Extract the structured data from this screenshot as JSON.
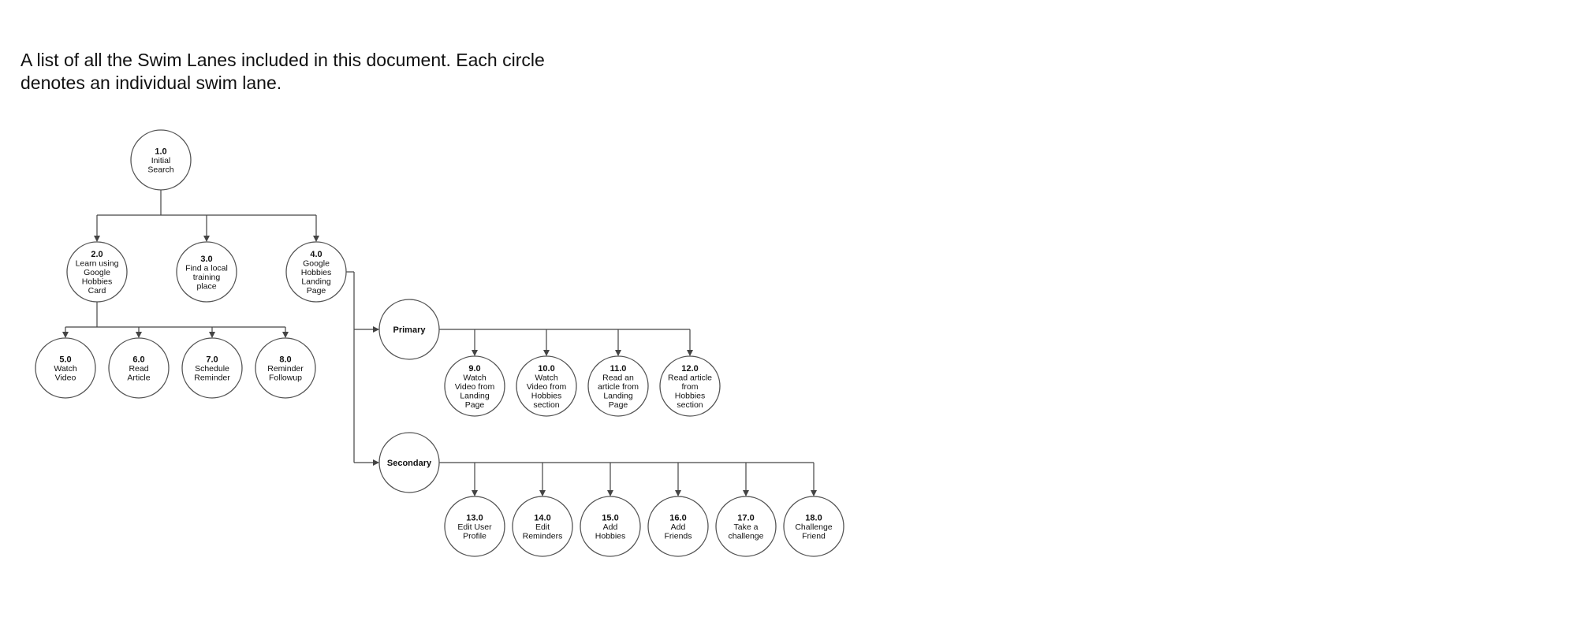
{
  "intro": {
    "line1": "A list of all the Swim Lanes included in this document. Each circle",
    "line2": "denotes an individual swim lane."
  },
  "nodes": [
    {
      "key": "n1",
      "id": "1.0",
      "lines": [
        "Initial",
        "Search"
      ]
    },
    {
      "key": "n2",
      "id": "2.0",
      "lines": [
        "Learn using",
        "Google",
        "Hobbies",
        "Card"
      ]
    },
    {
      "key": "n3",
      "id": "3.0",
      "lines": [
        "Find a local",
        "training",
        "place"
      ]
    },
    {
      "key": "n4",
      "id": "4.0",
      "lines": [
        "Google",
        "Hobbies",
        "Landing",
        "Page"
      ]
    },
    {
      "key": "n5",
      "id": "5.0",
      "lines": [
        "Watch",
        "Video"
      ]
    },
    {
      "key": "n6",
      "id": "6.0",
      "lines": [
        "Read",
        "Article"
      ]
    },
    {
      "key": "n7",
      "id": "7.0",
      "lines": [
        "Schedule",
        "Reminder"
      ]
    },
    {
      "key": "n8",
      "id": "8.0",
      "lines": [
        "Reminder",
        "Followup"
      ]
    },
    {
      "key": "primary",
      "id": "",
      "label": "Primary",
      "lines": []
    },
    {
      "key": "secondary",
      "id": "",
      "label": "Secondary",
      "lines": []
    },
    {
      "key": "n9",
      "id": "9.0",
      "lines": [
        "Watch",
        "Video from",
        "Landing",
        "Page"
      ]
    },
    {
      "key": "n10",
      "id": "10.0",
      "lines": [
        "Watch",
        "Video from",
        "Hobbies",
        "section"
      ]
    },
    {
      "key": "n11",
      "id": "11.0",
      "lines": [
        "Read an",
        "article from",
        "Landing",
        "Page"
      ]
    },
    {
      "key": "n12",
      "id": "12.0",
      "lines": [
        "Read article",
        "from",
        "Hobbies",
        "section"
      ]
    },
    {
      "key": "n13",
      "id": "13.0",
      "lines": [
        "Edit User",
        "Profile"
      ]
    },
    {
      "key": "n14",
      "id": "14.0",
      "lines": [
        "Edit",
        "Reminders"
      ]
    },
    {
      "key": "n15",
      "id": "15.0",
      "lines": [
        "Add",
        "Hobbies"
      ]
    },
    {
      "key": "n16",
      "id": "16.0",
      "lines": [
        "Add",
        "Friends"
      ]
    },
    {
      "key": "n17",
      "id": "17.0",
      "lines": [
        "Take a",
        "challenge"
      ]
    },
    {
      "key": "n18",
      "id": "18.0",
      "lines": [
        "Challenge",
        "Friend"
      ]
    }
  ],
  "edges": [
    {
      "from": "n1",
      "to": [
        "n2",
        "n3",
        "n4"
      ]
    },
    {
      "from": "n2",
      "to": [
        "n5",
        "n6",
        "n7",
        "n8"
      ]
    },
    {
      "from": "n4",
      "to": [
        "primary",
        "secondary"
      ]
    },
    {
      "from": "primary",
      "to": [
        "n9",
        "n10",
        "n11",
        "n12"
      ]
    },
    {
      "from": "secondary",
      "to": [
        "n13",
        "n14",
        "n15",
        "n16",
        "n17",
        "n18"
      ]
    }
  ]
}
